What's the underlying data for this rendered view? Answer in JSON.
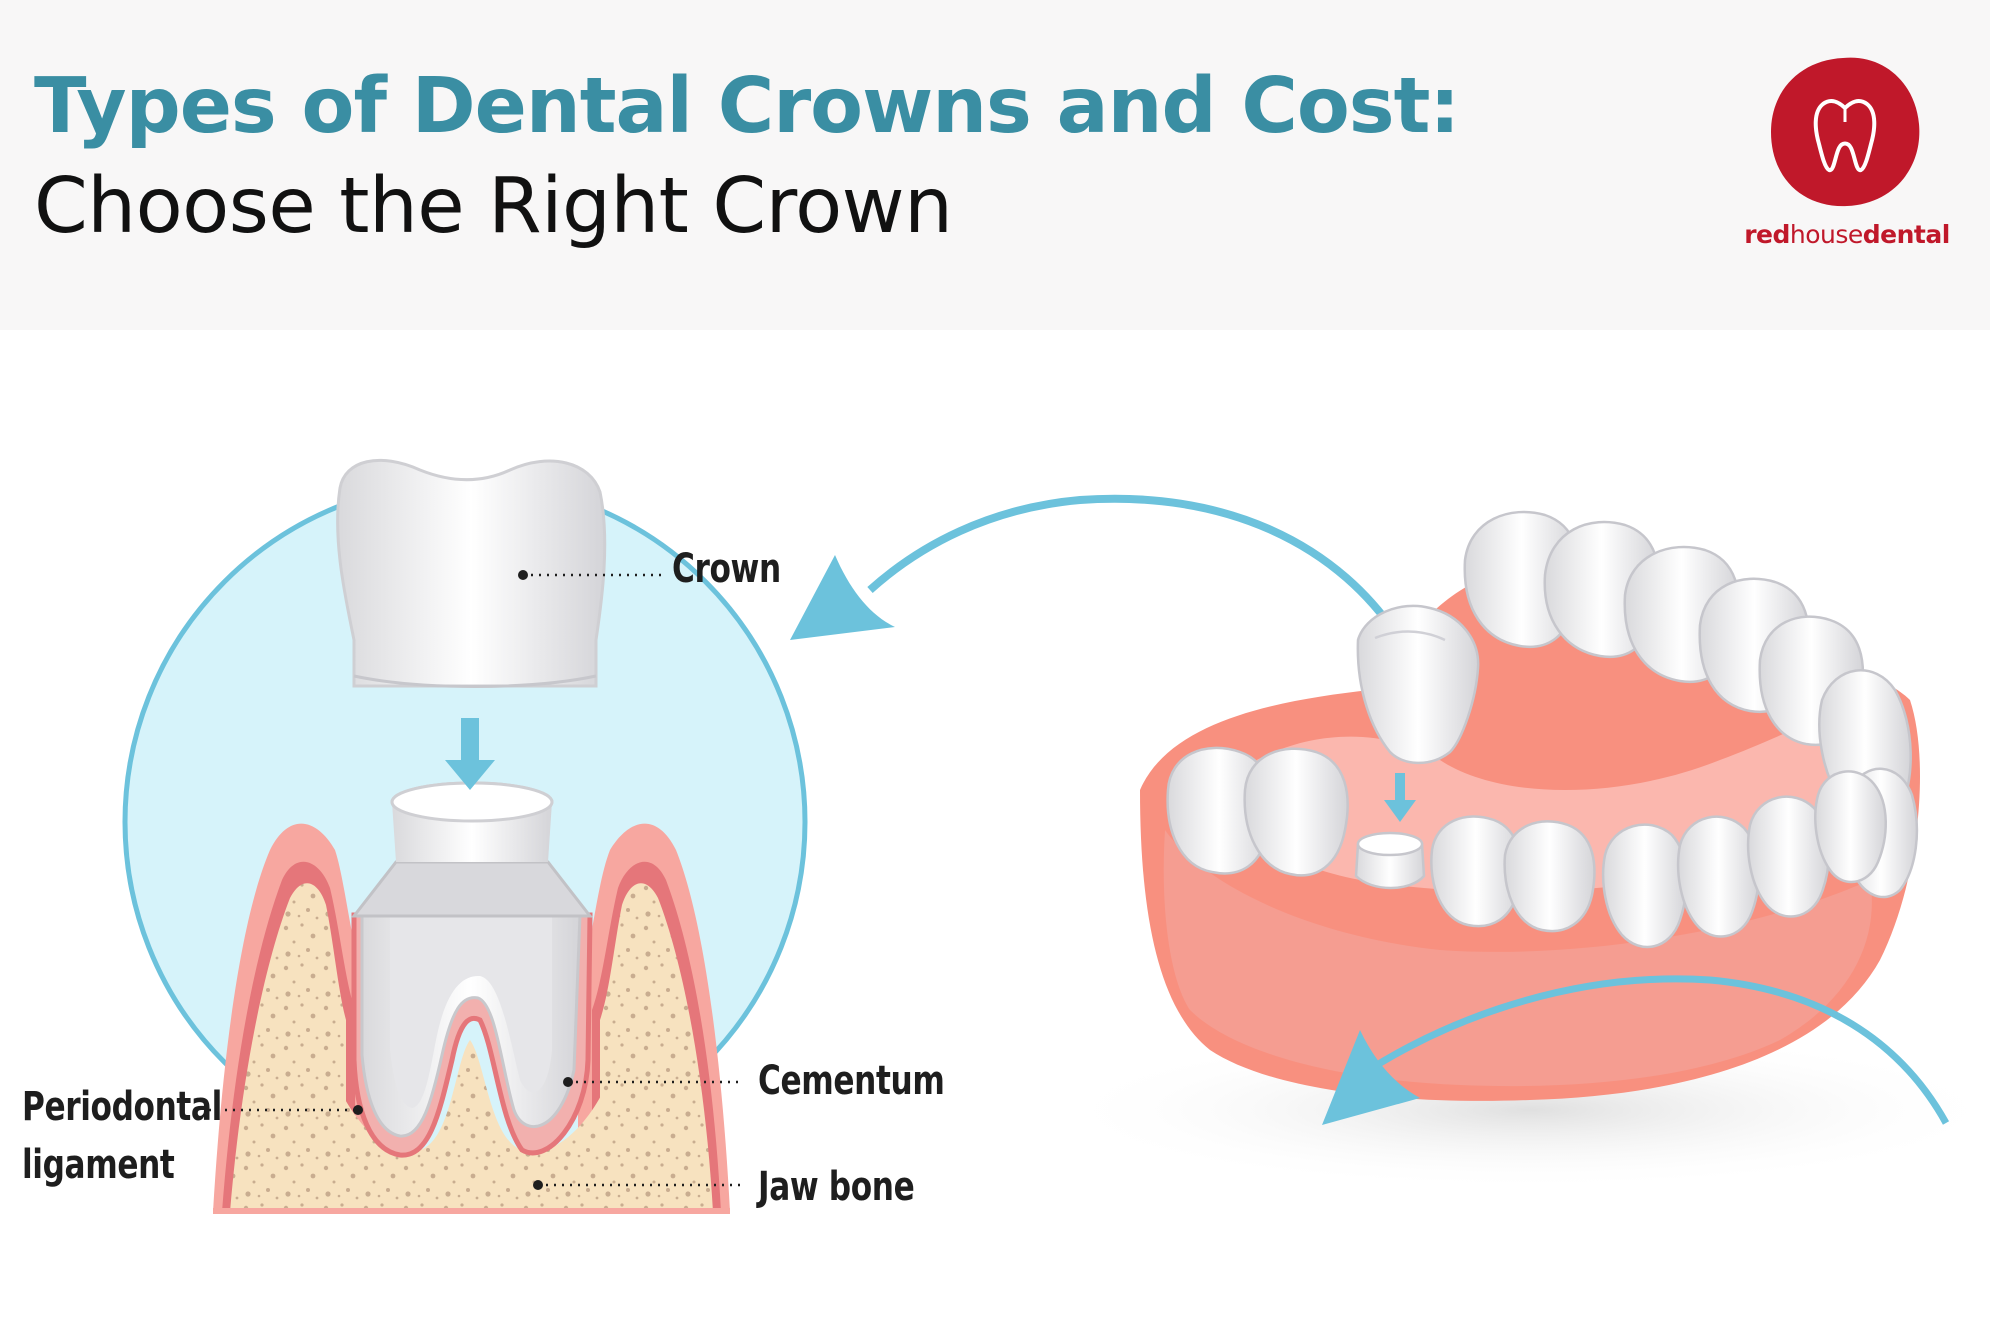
{
  "header": {
    "title_line1": "Types of Dental Crowns and Cost:",
    "title_line2": "Choose the Right Crown"
  },
  "logo": {
    "icon": "tooth-icon",
    "brand_part1": "red",
    "brand_part2": "house",
    "brand_part3": "dental",
    "brand_color": "#c0182a"
  },
  "diagram": {
    "labels": {
      "crown": "Crown",
      "cementum": "Cementum",
      "periodontal_line1": "Periodontal",
      "periodontal_line2": "ligament",
      "jaw_bone": "Jaw bone"
    },
    "colors": {
      "accent_blue": "#6cc2dc",
      "circle_fill": "#d6f3fa",
      "gum": "#f7a7a0",
      "bone": "#f7e2bf",
      "tooth": "#e8e8ea"
    }
  }
}
